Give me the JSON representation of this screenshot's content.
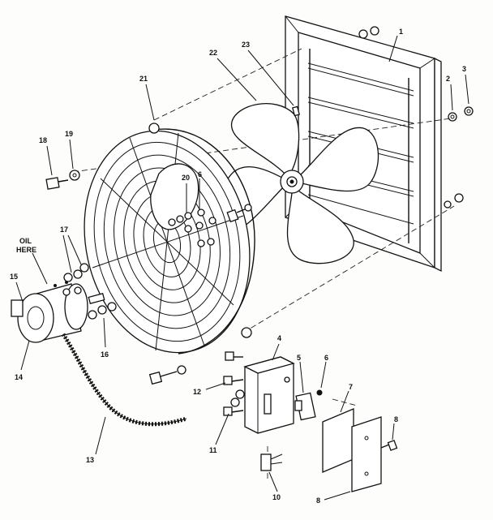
{
  "note": {
    "line1": "OIL",
    "line2": "HERE"
  },
  "callouts": [
    {
      "id": "1",
      "text": "1"
    },
    {
      "id": "2",
      "text": "2"
    },
    {
      "id": "3",
      "text": "3"
    },
    {
      "id": "4",
      "text": "4"
    },
    {
      "id": "5",
      "text": "5"
    },
    {
      "id": "6a",
      "text": "6"
    },
    {
      "id": "6b",
      "text": "6"
    },
    {
      "id": "7",
      "text": "7"
    },
    {
      "id": "8a",
      "text": "8"
    },
    {
      "id": "8b",
      "text": "8"
    },
    {
      "id": "10",
      "text": "10"
    },
    {
      "id": "11",
      "text": "11"
    },
    {
      "id": "12",
      "text": "12"
    },
    {
      "id": "13",
      "text": "13"
    },
    {
      "id": "14",
      "text": "14"
    },
    {
      "id": "15",
      "text": "15"
    },
    {
      "id": "16",
      "text": "16"
    },
    {
      "id": "17",
      "text": "17"
    },
    {
      "id": "18",
      "text": "18"
    },
    {
      "id": "19",
      "text": "19"
    },
    {
      "id": "20",
      "text": "20"
    },
    {
      "id": "21",
      "text": "21"
    },
    {
      "id": "22",
      "text": "22"
    },
    {
      "id": "23",
      "text": "23"
    }
  ]
}
